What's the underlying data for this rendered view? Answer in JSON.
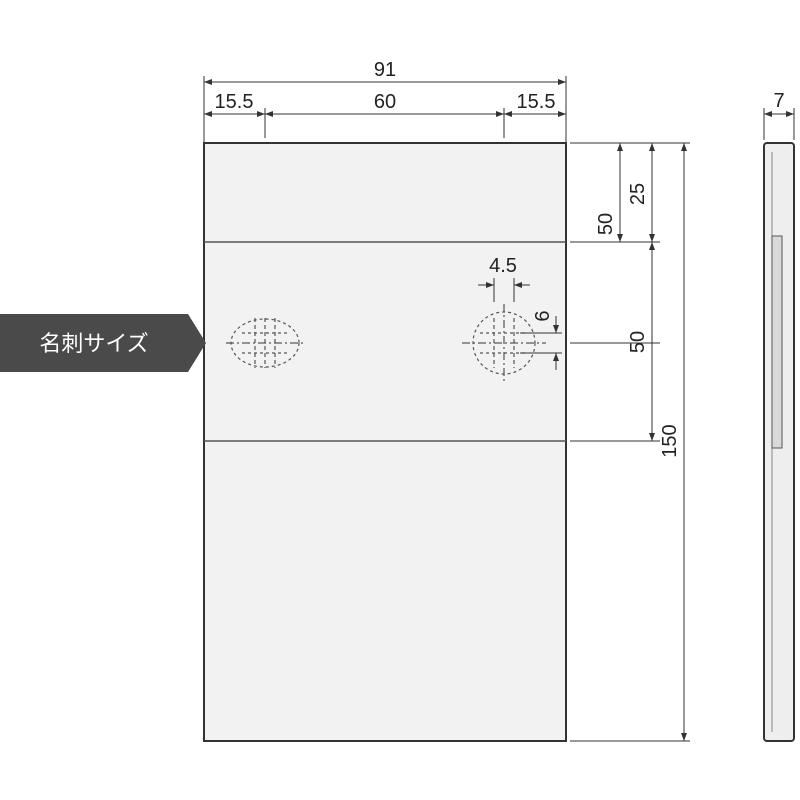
{
  "dimensions": {
    "overall_width": "91",
    "left_margin": "15.5",
    "hole_spacing": "60",
    "right_margin": "15.5",
    "upper_section": "50",
    "hole_offset": "25",
    "middle_section": "50",
    "overall_height": "150",
    "slot_width": "4.5",
    "slot_height": "6",
    "thickness": "7"
  },
  "callout": {
    "label": "名刺サイズ"
  },
  "colors": {
    "panel_fill": "#f2f2f2",
    "outline": "#333333",
    "callout_fill": "#4a4a4a"
  }
}
